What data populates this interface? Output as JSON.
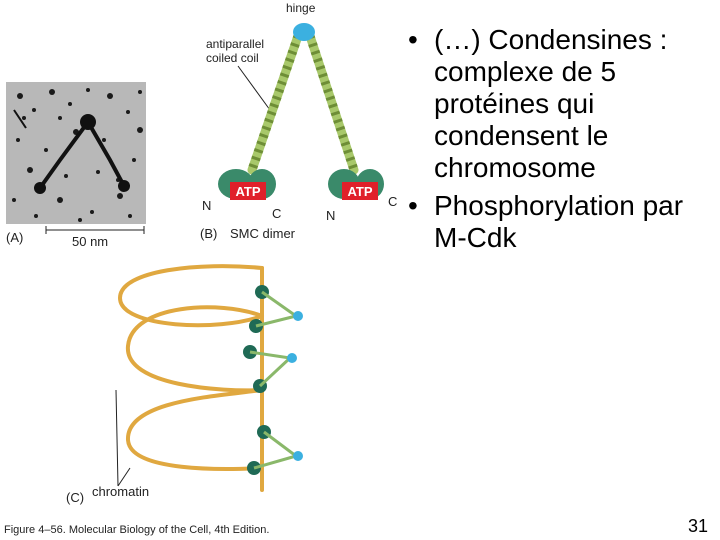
{
  "figure": {
    "panel_a_label": "(A)",
    "scale_label": "50 nm",
    "hinge_label": "hinge",
    "coil_label_line1": "antiparallel",
    "coil_label_line2": "coiled coil",
    "atp_left": "ATP",
    "atp_right": "ATP",
    "n_left": "N",
    "c_left": "C",
    "n_right": "N",
    "c_right": "C",
    "panel_b_label": "(B)",
    "smc_label": "SMC dimer",
    "panel_c_label": "(C)",
    "chromatin_label": "chromatin",
    "caption": "Figure 4–56. Molecular Biology of the Cell, 4th Edition."
  },
  "bullets": [
    {
      "marker": "•",
      "text": "(…) Condensines : complexe de 5 protéines qui condensent le chromosome"
    },
    {
      "marker": "•",
      "text": "Phosphorylation par M-Cdk"
    }
  ],
  "page_number": "31",
  "colors": {
    "coil_green": "#a8c86a",
    "hinge_blue": "#3bb0e0",
    "head_green": "#3a8a6a",
    "atp_red": "#e0202a",
    "chromatin_orange": "#e0a840",
    "condensin_dark": "#1f6a55"
  }
}
